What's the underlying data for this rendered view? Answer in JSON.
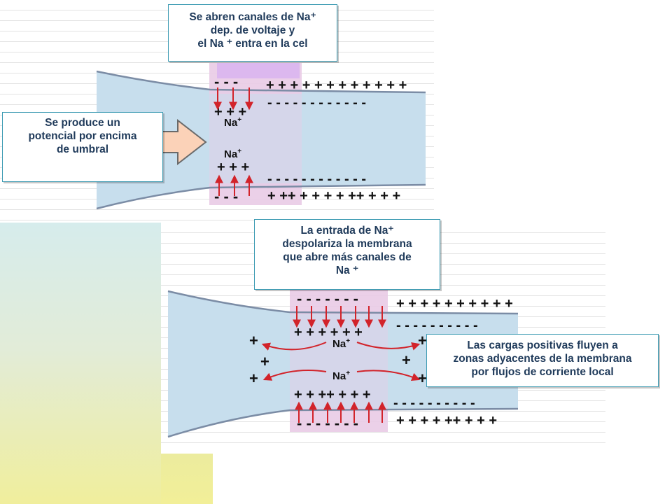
{
  "callouts": {
    "top": [
      "Se abren canales de Na⁺",
      "dep. de voltaje y",
      "el Na ⁺ entra en la cel"
    ],
    "left": [
      "Se produce un",
      "potencial por encima",
      "de umbral"
    ],
    "middle": [
      "La entrada de  Na⁺",
      "despolariza la membrana",
      "que abre más canales de",
      "Na ⁺"
    ],
    "right": [
      "Las cargas positivas fluyen a",
      "zonas adyacentes de la membrana",
      "por flujos de corriente local"
    ]
  },
  "ion_label": "Na",
  "ion_superscript": "+",
  "charges": {
    "top_axon": {
      "upper_outer_zone": "- - -",
      "upper_outer_rest": "+ + +  + + + + +  + + + +",
      "upper_inner_zone": "+ + +",
      "upper_inner_rest": "- - - - - - - - - - - -",
      "lower_inner_zone": "+ + +",
      "lower_inner_rest": "- - - - - - - - - - - -",
      "lower_outer_zone": "- - -",
      "lower_outer_rest": "+ ++  + + + + ++  + + +"
    },
    "bottom_axon": {
      "upper_outer_zone": "- - - - - - -",
      "upper_outer_rest": "+ + + + + + + + + +",
      "upper_inner_zone": "+ + +   + + +",
      "upper_inner_rest": "- - - - - - - - - -",
      "lower_inner_zone": "+ + ++ + + +",
      "lower_inner_rest": "- - - - - - - - - -",
      "lower_outer_zone": "- - - - - - -",
      "lower_outer_rest": "+ + + + ++  + + +",
      "side_plus_left_1": "+",
      "side_plus_left_2": "+",
      "side_plus_left_3": "+",
      "side_plus_right_1": "+",
      "side_plus_right_2": "+",
      "side_plus_right_3": "+"
    }
  },
  "colors": {
    "axon_fill": "#c7deed",
    "axon_edge": "#7b8ca5",
    "depolarized_zone": "#e9cbe6",
    "arrow_red": "#d2232a",
    "big_arrow_fill": "#fbd2b8",
    "big_arrow_edge": "#6a6a6a",
    "callout_border": "#3c9bb3",
    "callout_text": "#1f3a5a"
  }
}
